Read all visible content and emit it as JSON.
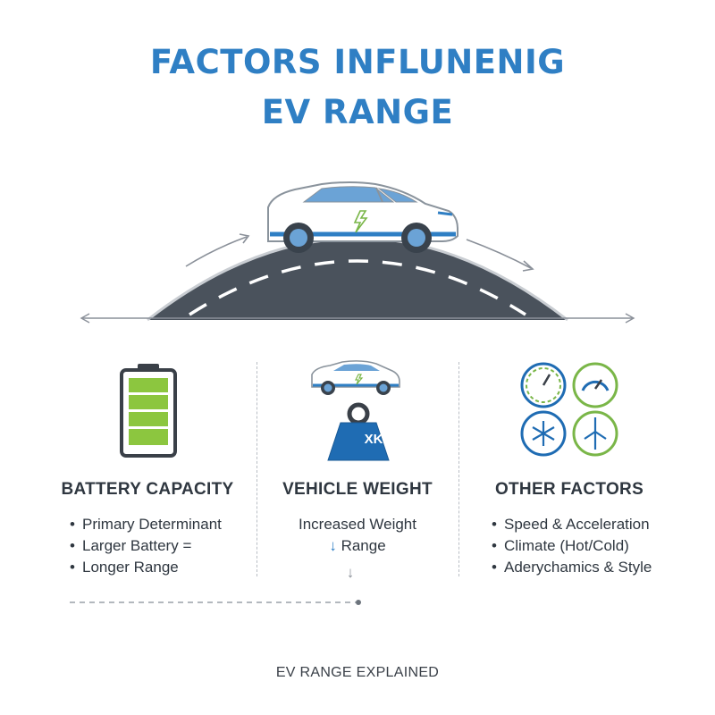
{
  "title": {
    "line1": "FACTORS INFLUNENIG",
    "line2": "EV RANGE"
  },
  "colors": {
    "title_blue": "#2f7fc4",
    "battery_green": "#8cc63f",
    "road_gray": "#4a525c",
    "accent_green": "#7ab648"
  },
  "columns": [
    {
      "heading": "BATTERY CAPACITY",
      "icon": "battery-icon",
      "bullets": [
        "Primary Determinant",
        "Larger Battery =",
        "Longer Range"
      ]
    },
    {
      "heading": "VEHICLE WEIGHT",
      "icon": "car-weight-icon",
      "weight_label": "XK",
      "line1": "Increased Weight",
      "line2_arrow": "↓",
      "line2": "Range",
      "extra_arrow": "↓"
    },
    {
      "heading": "OTHER FACTORS",
      "icons": [
        "speedometer-icon",
        "gauge-icon",
        "snowflake-icon",
        "wind-turbine-icon"
      ],
      "bullets": [
        "Speed & Acceleration",
        "Climate (Hot/Cold)",
        "Aderychamics & Style"
      ]
    }
  ],
  "footer": "EV RANGE EXPLAINED"
}
